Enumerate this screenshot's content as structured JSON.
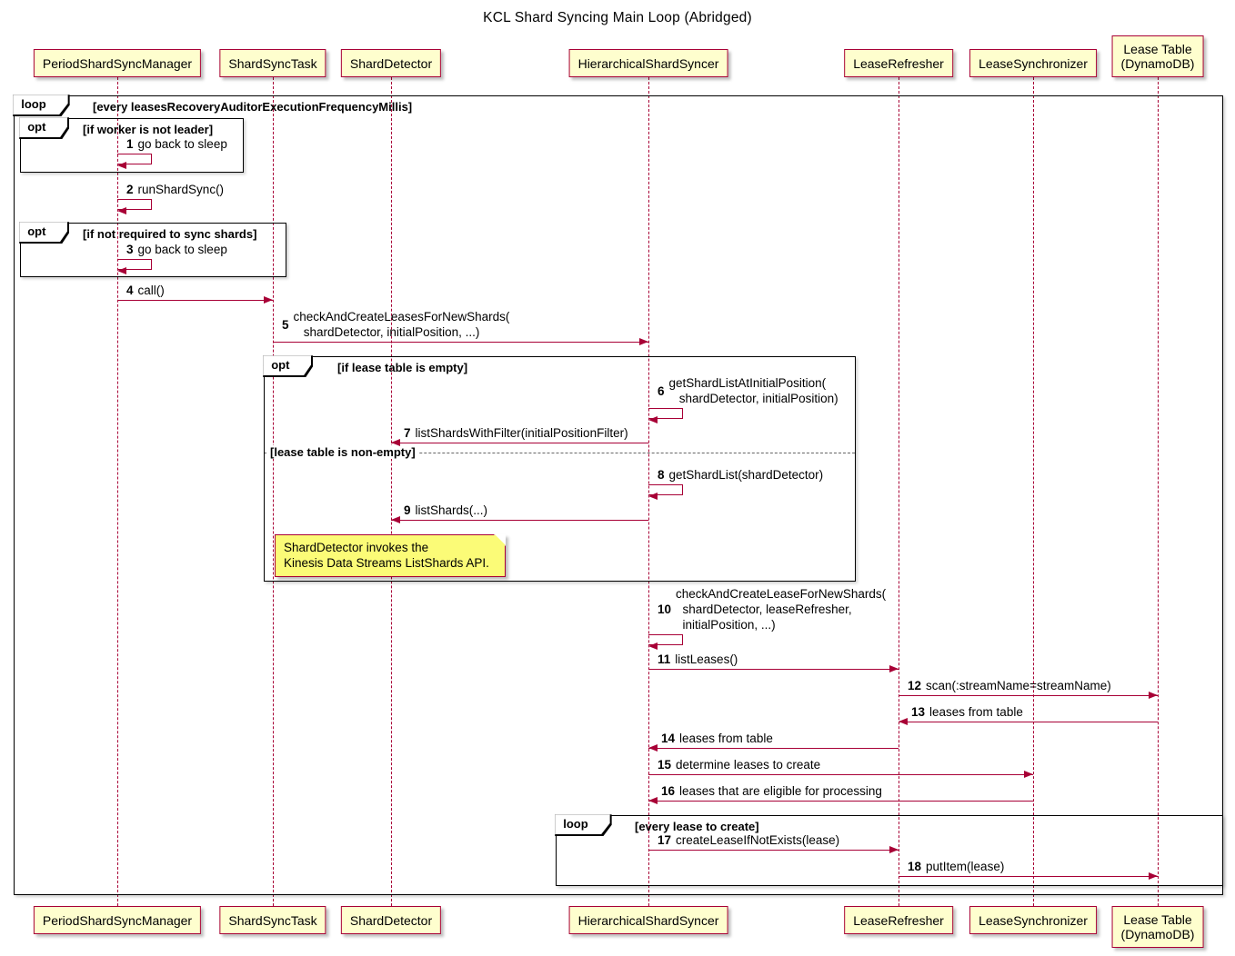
{
  "title": "KCL Shard Syncing Main Loop (Abridged)",
  "colors": {
    "accent_stroke": "#A80036",
    "participant_fill": "#FEFECE",
    "note_fill": "#FBFB77",
    "frame_border": "#000000",
    "background": "#FFFFFF"
  },
  "participants": [
    {
      "name": "PeriodShardSyncManager"
    },
    {
      "name": "ShardSyncTask"
    },
    {
      "name": "ShardDetector"
    },
    {
      "name": "HierarchicalShardSyncer"
    },
    {
      "name": "LeaseRefresher"
    },
    {
      "name": "LeaseSynchronizer"
    },
    {
      "name": "Lease Table\n(DynamoDB)"
    }
  ],
  "frames": [
    {
      "label": "loop",
      "condition": "[every leasesRecoveryAuditorExecutionFrequencyMillis]"
    },
    {
      "label": "opt",
      "condition": "[if worker is not leader]"
    },
    {
      "label": "opt",
      "condition": "[if not required to sync shards]"
    },
    {
      "label": "opt",
      "condition": "[if lease table is empty]",
      "divider": "[lease table is non-empty]"
    },
    {
      "label": "loop",
      "condition": "[every lease to create]"
    }
  ],
  "messages": [
    {
      "num": "1",
      "text": "go back to sleep",
      "from": "PeriodShardSyncManager",
      "to": "PeriodShardSyncManager"
    },
    {
      "num": "2",
      "text": "runShardSync()",
      "from": "PeriodShardSyncManager",
      "to": "PeriodShardSyncManager"
    },
    {
      "num": "3",
      "text": "go back to sleep",
      "from": "PeriodShardSyncManager",
      "to": "PeriodShardSyncManager"
    },
    {
      "num": "4",
      "text": "call()",
      "from": "PeriodShardSyncManager",
      "to": "ShardSyncTask"
    },
    {
      "num": "5",
      "text": "checkAndCreateLeasesForNewShards(\n   shardDetector, initialPosition, ...)",
      "from": "ShardSyncTask",
      "to": "HierarchicalShardSyncer"
    },
    {
      "num": "6",
      "text": "getShardListAtInitialPosition(\n   shardDetector, initialPosition)",
      "from": "HierarchicalShardSyncer",
      "to": "HierarchicalShardSyncer"
    },
    {
      "num": "7",
      "text": "listShardsWithFilter(initialPositionFilter)",
      "from": "HierarchicalShardSyncer",
      "to": "ShardDetector"
    },
    {
      "num": "8",
      "text": "getShardList(shardDetector)",
      "from": "HierarchicalShardSyncer",
      "to": "HierarchicalShardSyncer"
    },
    {
      "num": "9",
      "text": "listShards(...)",
      "from": "HierarchicalShardSyncer",
      "to": "ShardDetector"
    },
    {
      "num": "10",
      "text": "checkAndCreateLeaseForNewShards(\n  shardDetector, leaseRefresher,\n  initialPosition, ...)",
      "from": "HierarchicalShardSyncer",
      "to": "HierarchicalShardSyncer"
    },
    {
      "num": "11",
      "text": "listLeases()",
      "from": "HierarchicalShardSyncer",
      "to": "LeaseRefresher"
    },
    {
      "num": "12",
      "text": "scan(:streamName=streamName)",
      "from": "LeaseRefresher",
      "to": "Lease Table (DynamoDB)"
    },
    {
      "num": "13",
      "text": "leases from table",
      "from": "Lease Table (DynamoDB)",
      "to": "LeaseRefresher"
    },
    {
      "num": "14",
      "text": "leases from table",
      "from": "LeaseRefresher",
      "to": "HierarchicalShardSyncer"
    },
    {
      "num": "15",
      "text": "determine leases to create",
      "from": "HierarchicalShardSyncer",
      "to": "LeaseSynchronizer"
    },
    {
      "num": "16",
      "text": "leases that are eligible for processing",
      "from": "LeaseSynchronizer",
      "to": "HierarchicalShardSyncer"
    },
    {
      "num": "17",
      "text": "createLeaseIfNotExists(lease)",
      "from": "HierarchicalShardSyncer",
      "to": "LeaseRefresher"
    },
    {
      "num": "18",
      "text": "putItem(lease)",
      "from": "LeaseRefresher",
      "to": "Lease Table (DynamoDB)"
    }
  ],
  "note": {
    "text": "ShardDetector invokes the\nKinesis Data Streams ListShards API."
  }
}
